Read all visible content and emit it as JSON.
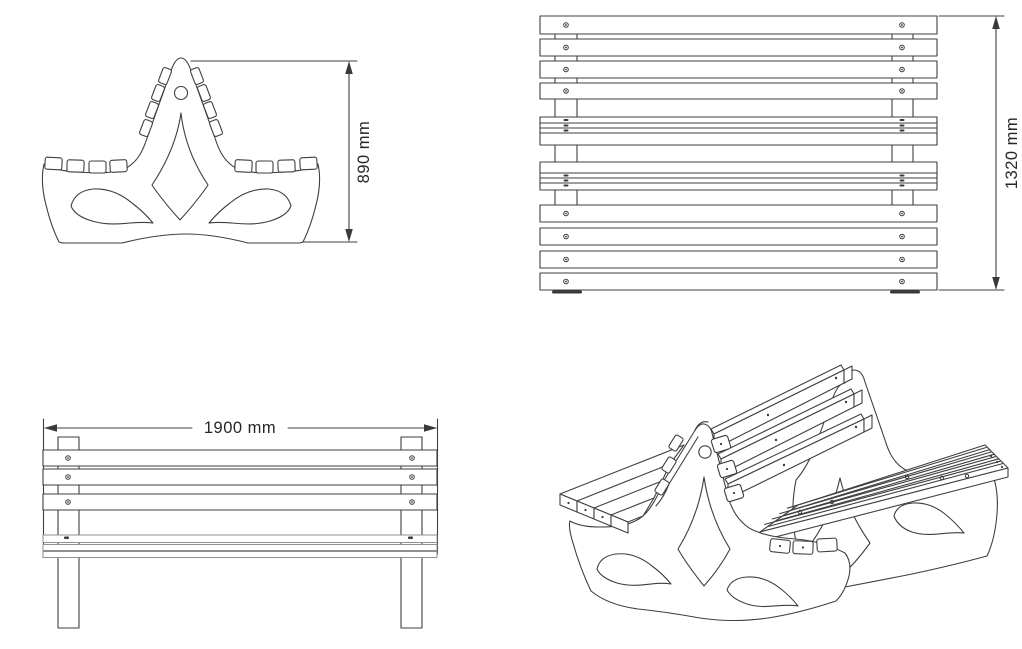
{
  "drawing": {
    "type": "technical-drawing",
    "subject": "double-sided park bench",
    "colors": {
      "background": "#ffffff",
      "line": "#3f3f3f",
      "light_line": "#8f8f8f",
      "text": "#262626"
    },
    "views": {
      "side": {
        "name": "side-profile-view",
        "dimension_height": "890 mm"
      },
      "top": {
        "name": "top-plan-view",
        "dimension_depth": "1320 mm"
      },
      "front": {
        "name": "front-view",
        "dimension_length": "1900 mm"
      },
      "isometric": {
        "name": "isometric-view"
      }
    }
  }
}
